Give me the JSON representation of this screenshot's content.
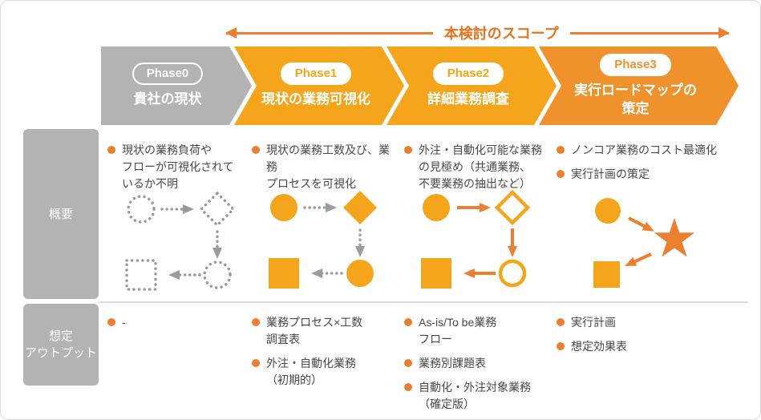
{
  "scope": {
    "label": "本検討のスコープ"
  },
  "row_labels": {
    "overview": "概要",
    "output": [
      "想定",
      "アウトプット"
    ]
  },
  "phases": [
    {
      "pill": "Phase0",
      "title": [
        "貴社の現状"
      ],
      "overview": [
        [
          "現状の業務負荷や",
          "フローが可視化されて",
          "いるか不明"
        ]
      ],
      "outputs": [
        [
          "-"
        ]
      ]
    },
    {
      "pill": "Phase1",
      "title": [
        "現状の業務可視化"
      ],
      "overview": [
        [
          "現状の業務工数及び、業務",
          "プロセスを可視化"
        ]
      ],
      "outputs": [
        [
          "業務プロセス×工数",
          "調査表"
        ],
        [
          "外注・自動化業務",
          "（初期的）"
        ]
      ]
    },
    {
      "pill": "Phase2",
      "title": [
        "詳細業務調査"
      ],
      "overview": [
        [
          "外注・自動化可能な業務",
          "の見極め（共通業務、",
          "不要業務の抽出など）"
        ]
      ],
      "outputs": [
        [
          "As-is/To be業務",
          "フロー"
        ],
        [
          "業務別課題表"
        ],
        [
          "自動化・外注対象業務",
          "（確定版）"
        ]
      ]
    },
    {
      "pill": "Phase3",
      "title": [
        "実行ロードマップの",
        "策定"
      ],
      "overview": [
        [
          "ノンコア業務のコスト最適化"
        ],
        [
          "実行計画の策定"
        ]
      ],
      "outputs": [
        [
          "実行計画"
        ],
        [
          "想定効果表"
        ]
      ]
    }
  ],
  "colors": {
    "gold": "#F5A51C",
    "phase3_orange": "#F0922B",
    "accent_orange": "#EC7E2F",
    "gray": "#B3B3B4",
    "dotted_gray": "#9B9B9B",
    "text": "#4A4A4A",
    "divider": "#DCDCDC"
  }
}
